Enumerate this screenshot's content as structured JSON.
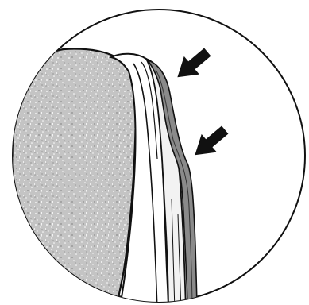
{
  "figure": {
    "description_elements": [
      "circular-detail-frame",
      "stippled-foam-cushion",
      "white-fabric-layer",
      "dark-seam-tape-strip",
      "arrow-icon",
      "arrow-icon"
    ],
    "colors": {
      "background": "#ffffff",
      "line": "#111111",
      "foam": "#bfbfbf",
      "tape": "#8a8a8a",
      "arrow": "#111111"
    }
  }
}
